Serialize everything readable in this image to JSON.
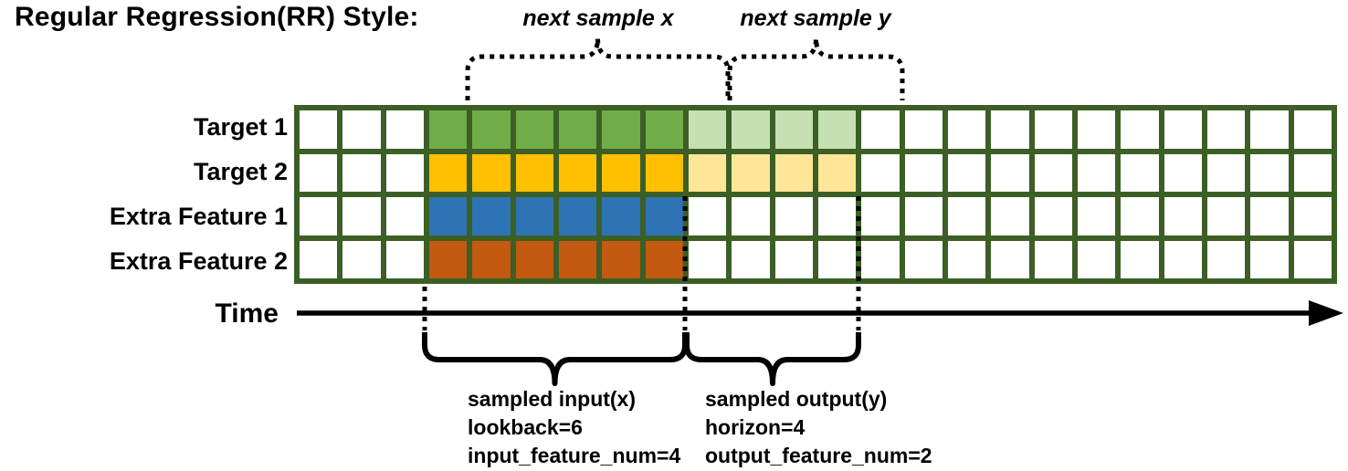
{
  "title": "Regular Regression(RR) Style:",
  "annotations": {
    "next_sample_x": "next sample x",
    "next_sample_y": "next sample y",
    "time_label": "Time",
    "input_lines": [
      "sampled input(x)",
      "lookback=6",
      "input_feature_num=4"
    ],
    "output_lines": [
      "sampled output(y)",
      "horizon=4",
      "output_feature_num=2"
    ]
  },
  "colors": {
    "grid_line": "#3C5F26",
    "green": "#70AD47",
    "light_green": "#C6E0B4",
    "gold": "#FFC000",
    "light_gold": "#FFE699",
    "blue": "#2E74B5",
    "orange": "#C45911",
    "annotation": "#000000"
  },
  "grid": {
    "columns": 24,
    "lookback": 6,
    "horizon": 4,
    "input_feature_num": 4,
    "output_feature_num": 2,
    "rows": [
      {
        "label": "Target 1",
        "segments": [
          {
            "start": 3,
            "count": 6,
            "color": "green"
          },
          {
            "start": 9,
            "count": 4,
            "color": "light_green"
          }
        ]
      },
      {
        "label": "Target 2",
        "segments": [
          {
            "start": 3,
            "count": 6,
            "color": "gold"
          },
          {
            "start": 9,
            "count": 4,
            "color": "light_gold"
          }
        ]
      },
      {
        "label": "Extra Feature 1",
        "segments": [
          {
            "start": 3,
            "count": 6,
            "color": "blue"
          }
        ]
      },
      {
        "label": "Extra Feature 2",
        "segments": [
          {
            "start": 3,
            "count": 6,
            "color": "orange"
          }
        ]
      }
    ]
  }
}
